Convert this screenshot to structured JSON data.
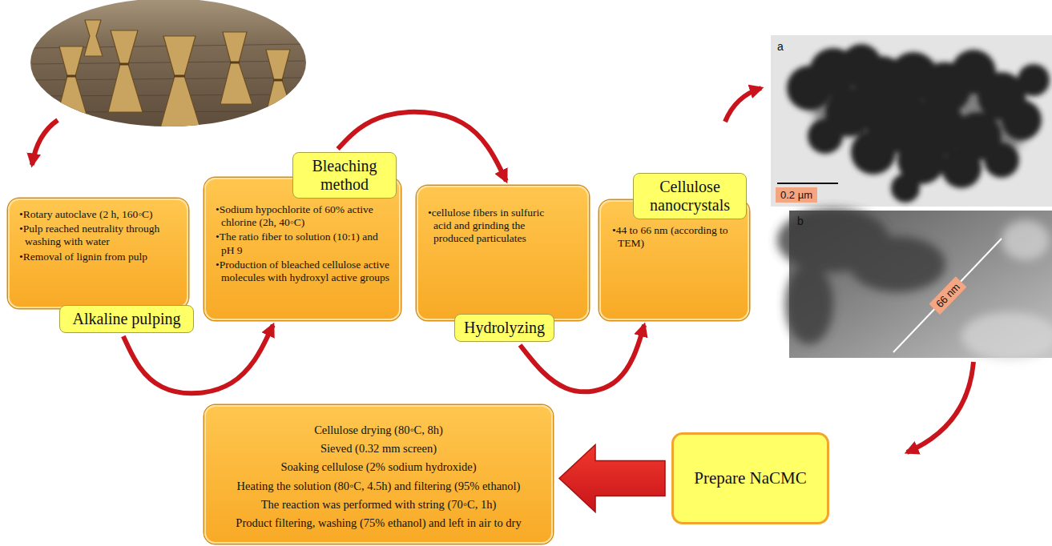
{
  "diagram": {
    "nodes": [
      {
        "text": [
          "•Rotary autoclave (2 h, 160◦C)",
          "•Pulp reached neutrality through washing with water",
          "•Removal of lignin from pulp",
          "Alkaline pulping"
        ]
      },
      {
        "text": [
          "Bleaching method",
          "•Sodium hypochlorite of 60% active chlorine (2h, 40◦C)",
          "•The ratio fiber to solution (10:1) and pH 9",
          "•Production of bleached cellulose active molecules with hydroxyl active groups"
        ]
      },
      {
        "text": [
          "•cellulose fibers in sulfuric acid and grinding the produced particulates",
          "Hydrolyzing"
        ]
      },
      {
        "text": [
          "Cellulose nanocrystals",
          "•44 to 66 nm (according to TEM)"
        ]
      },
      {
        "text": [
          "Prepare NaCMC"
        ]
      },
      {
        "text": [
          "Cellulose drying (80◦C, 8h)",
          "Sieved (0.32 mm screen)",
          "Soaking cellulose (2% sodium hydroxide)",
          "Heating the solution (80◦C, 4.5h) and filtering (95% ethanol)",
          "The reaction was performed with string (70◦C, 1h)",
          "Product filtering, washing (75% ethanol) and left in air to dry"
        ]
      }
    ],
    "edges": [
      {
        "from": 0,
        "to": 1,
        "arrow": "to"
      },
      {
        "from": 1,
        "to": 2,
        "arrow": "to"
      },
      {
        "from": 2,
        "to": 3,
        "arrow": "to"
      },
      {
        "from": 4,
        "to": 5,
        "arrow": "to"
      }
    ],
    "labels": [
      "a",
      "0.2 µm",
      "b",
      "66 nm"
    ]
  }
}
